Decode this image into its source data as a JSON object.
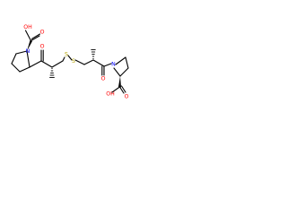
{
  "molecule": {
    "atoms": {
      "acid_left": "OH",
      "carbonyl_o_left_acid": "O",
      "n_left": "N",
      "amide_o_left": "O",
      "s_left": "S",
      "s_right": "S",
      "amide_o_right": "O",
      "n_right": "N",
      "acid_right": "OH",
      "carbonyl_o_right_acid": "O"
    },
    "colors": {
      "bond": "#000000",
      "oxygen": "#ff0000",
      "nitrogen": "#0000ff",
      "sulfur": "#b3a100"
    }
  }
}
